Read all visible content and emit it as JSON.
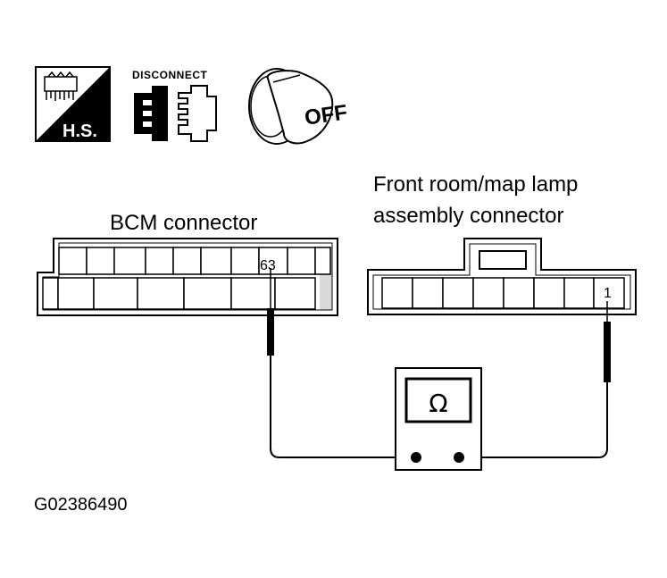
{
  "icons": {
    "harness_side_label": "H.S.",
    "disconnect_label": "DISCONNECT",
    "ignition_label": "OFF"
  },
  "bcm_connector": {
    "label": "BCM connector",
    "pin": "63"
  },
  "lamp_connector": {
    "label_line1": "Front room/map lamp",
    "label_line2": "assembly connector",
    "pin": "1"
  },
  "ohmmeter": {
    "symbol": "Ω"
  },
  "figure_id": "G02386490"
}
